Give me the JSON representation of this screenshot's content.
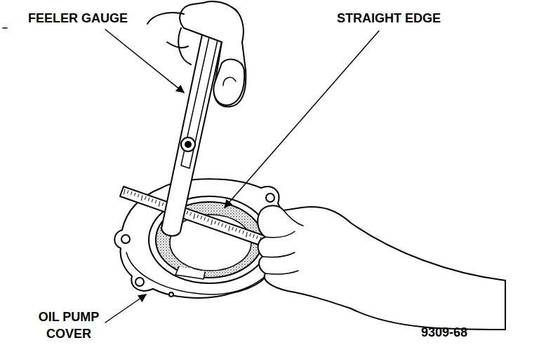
{
  "diagram": {
    "labels": [
      "FEELER GAUGE",
      "STRAIGHT EDGE",
      "OIL PUMP COVER",
      "9309-68"
    ]
  }
}
